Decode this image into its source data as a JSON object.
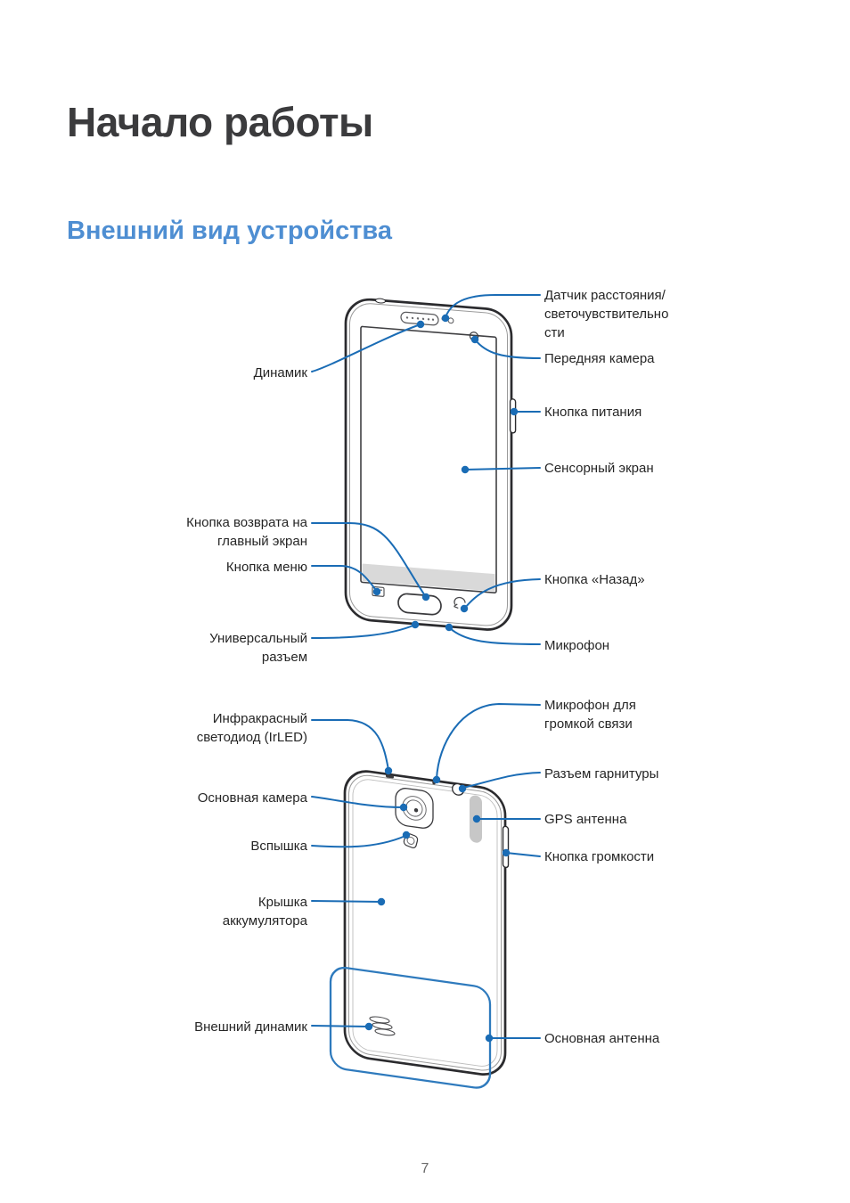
{
  "page": {
    "title": "Начало работы",
    "subtitle": "Внешний вид устройства",
    "page_number": "7"
  },
  "colors": {
    "title_text": "#3b3b3d",
    "subtitle_blue": "#4e8ed2",
    "leader_blue": "#1a6cb5",
    "label_text": "#262626",
    "phone_outline": "#2b2b2e",
    "gps_antenna_fill": "#c7c7c7",
    "screen_shade": "#d9d9d9"
  },
  "front_view": {
    "labels": {
      "sensor": "Датчик расстояния/\nсветочувствительно\nсти",
      "front_camera": "Передняя камера",
      "power_key": "Кнопка питания",
      "touch_screen": "Сенсорный экран",
      "back_key": "Кнопка «Назад»",
      "microphone": "Микрофон",
      "speaker": "Динамик",
      "home_key": "Кнопка возврата на\nглавный экран",
      "menu_key": "Кнопка меню",
      "multipurpose_jack": "Универсальный\nразъем"
    }
  },
  "back_view": {
    "labels": {
      "speakerphone_mic": "Микрофон для\nгромкой связи",
      "headset_jack": "Разъем гарнитуры",
      "gps_antenna": "GPS антенна",
      "volume_key": "Кнопка громкости",
      "main_antenna": "Основная антенна",
      "ir_led": "Инфракрасный\nсветодиод (IrLED)",
      "rear_camera": "Основная камера",
      "flash": "Вспышка",
      "battery_cover": "Крышка\nаккумулятора",
      "ext_speaker": "Внешний динамик"
    }
  }
}
